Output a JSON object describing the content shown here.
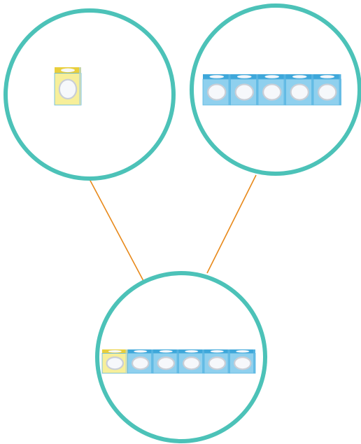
{
  "diagram": {
    "type": "part-part-whole",
    "colors": {
      "circle_stroke": "#4cc2b8",
      "connector": "#e8891a",
      "cube_yellow_face": "#f7ef9a",
      "cube_yellow_top": "#e9cf3c",
      "cube_blue_face": "#8fd0ee",
      "cube_blue_top": "#3ea7da",
      "cube_blue_side": "#5ab7e2",
      "hole_fill": "#f6f8fb",
      "hole_ring": "#c9ced6"
    },
    "parts": [
      {
        "name": "part-left",
        "cubes": [
          {
            "color": "yellow",
            "count": 1
          }
        ]
      },
      {
        "name": "part-right",
        "cubes": [
          {
            "color": "blue",
            "count": 5
          }
        ]
      }
    ],
    "whole": {
      "name": "whole",
      "cubes": [
        {
          "color": "yellow",
          "count": 1
        },
        {
          "color": "blue",
          "count": 5
        }
      ]
    }
  }
}
